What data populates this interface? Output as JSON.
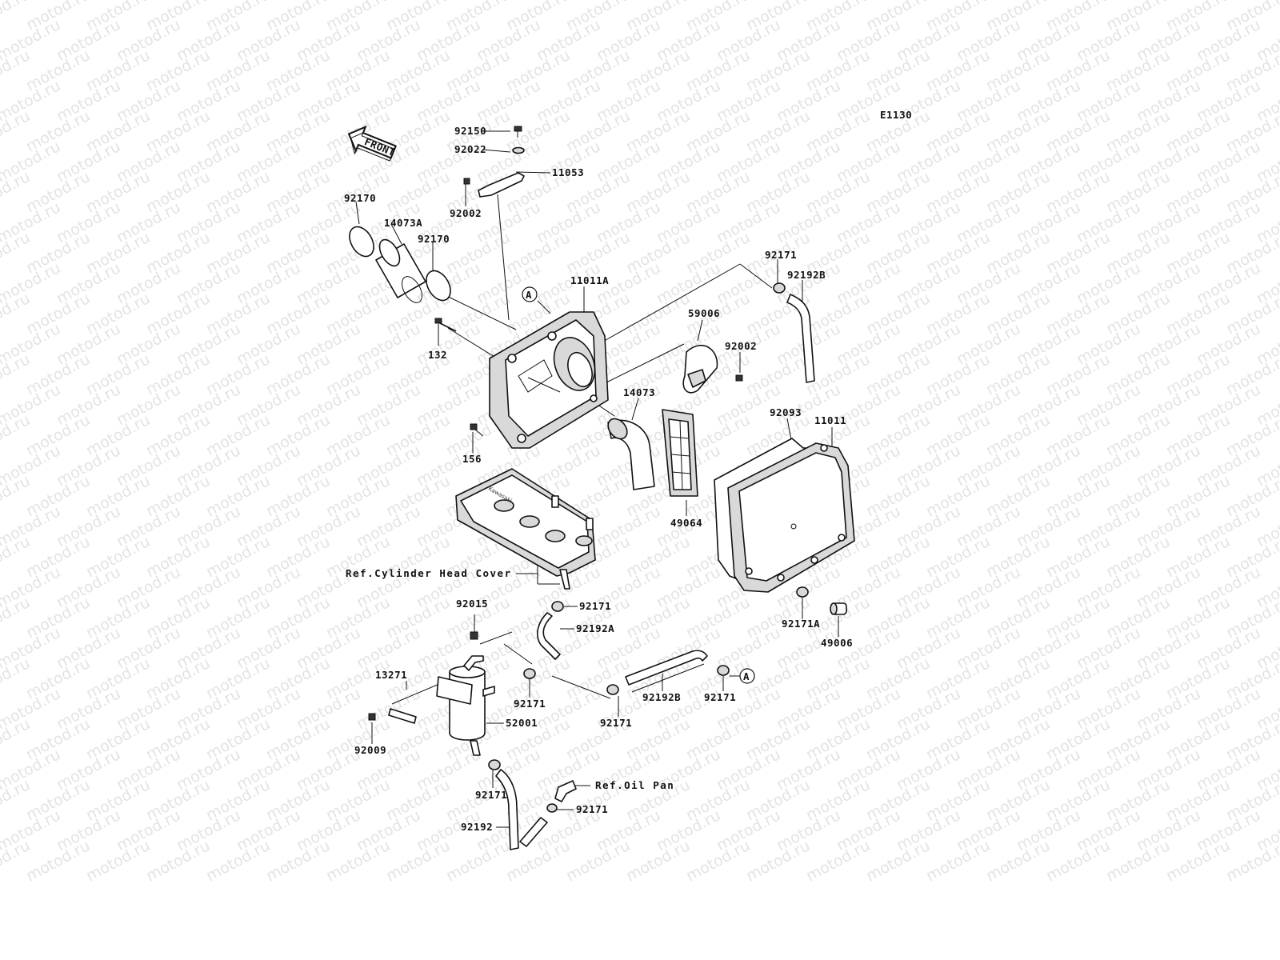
{
  "diagram": {
    "code": "E1130",
    "front_label": "FRONT",
    "watermark": "motod.ru",
    "refs": {
      "cylinder_head_cover": "Ref.Cylinder Head Cover",
      "oil_pan": "Ref.Oil Pan"
    },
    "marker": "A",
    "parts": {
      "p92150": "92150",
      "p92022": "92022",
      "p11053": "11053",
      "p92002_top": "92002",
      "p92170_left": "92170",
      "p14073A": "14073A",
      "p92170_right": "92170",
      "p11011A": "11011A",
      "p132": "132",
      "p156": "156",
      "p59006": "59006",
      "p92002_mid": "92002",
      "p92171_top": "92171",
      "p92192B_top": "92192B",
      "p14073": "14073",
      "p92093": "92093",
      "p11011": "11011",
      "p49064": "49064",
      "p92171_head": "92171",
      "p92192A": "92192A",
      "p92015": "92015",
      "p92171A": "92171A",
      "p49006": "49006",
      "p13271": "13271",
      "p92171_tank": "92171",
      "p92171_hose": "92171",
      "p92192B_bottom": "92192B",
      "p92171_right": "92171",
      "p52001": "52001",
      "p92009": "92009",
      "p92171_lower": "92171",
      "p92171_oil": "92171",
      "p92192": "92192"
    }
  }
}
